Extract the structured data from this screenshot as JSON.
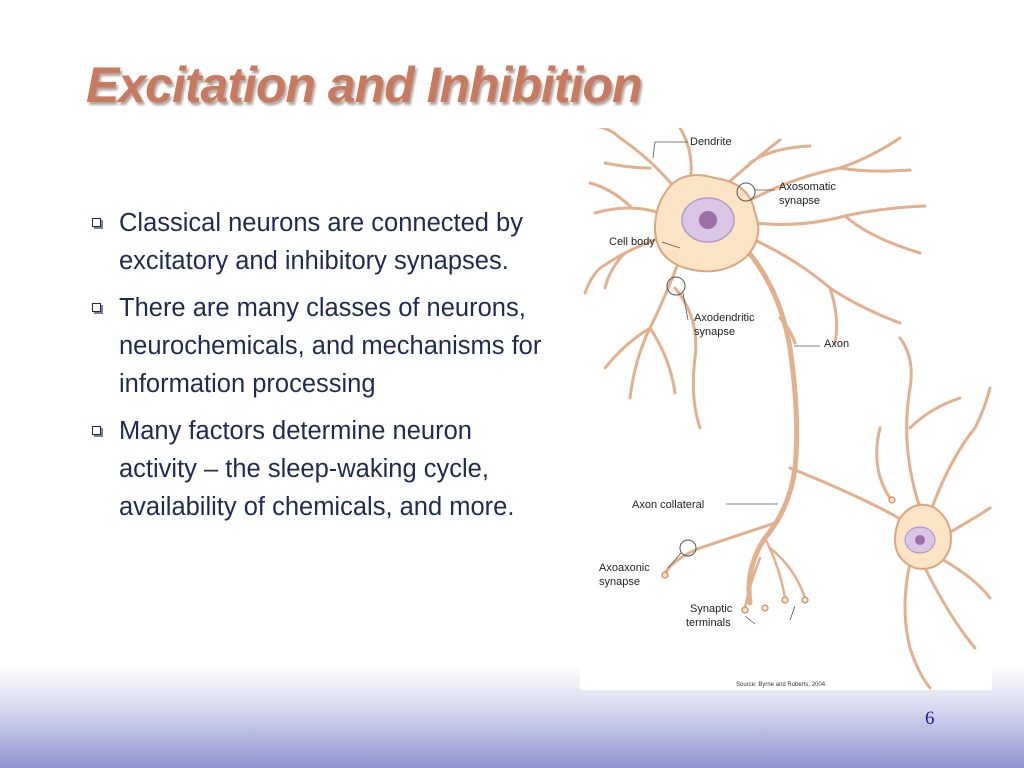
{
  "slide": {
    "title": "Excitation and Inhibition",
    "bullets": [
      "Classical neurons are connected by excitatory and inhibitory synapses.",
      "There are many classes of neurons, neurochemicals, and mechanisms for information processing",
      "Many factors determine neuron activity – the sleep-waking cycle, availability of chemicals, and more."
    ],
    "page_number": "6"
  },
  "figure": {
    "labels": {
      "dendrite": "Dendrite",
      "axosomatic_line1": "Axosomatic",
      "axosomatic_line2": "synapse",
      "cell_body": "Cell body",
      "axodendritic_line1": "Axodendritic",
      "axodendritic_line2": "synapse",
      "axon": "Axon",
      "axon_collateral": "Axon collateral",
      "axoaxonic_line1": "Axoaxonic",
      "axoaxonic_line2": "synapse",
      "synaptic_line1": "Synaptic",
      "synaptic_line2": "terminals"
    },
    "source": "Source: Byrne and Roberts, 2004."
  },
  "colors": {
    "title": "#c87a5e",
    "body_text": "#1f2a55",
    "neuron_fill": "#fbe3c6",
    "neuron_stroke": "#dba57f",
    "nucleus": "#c8b4d8",
    "page_number": "#1a1a9a"
  }
}
